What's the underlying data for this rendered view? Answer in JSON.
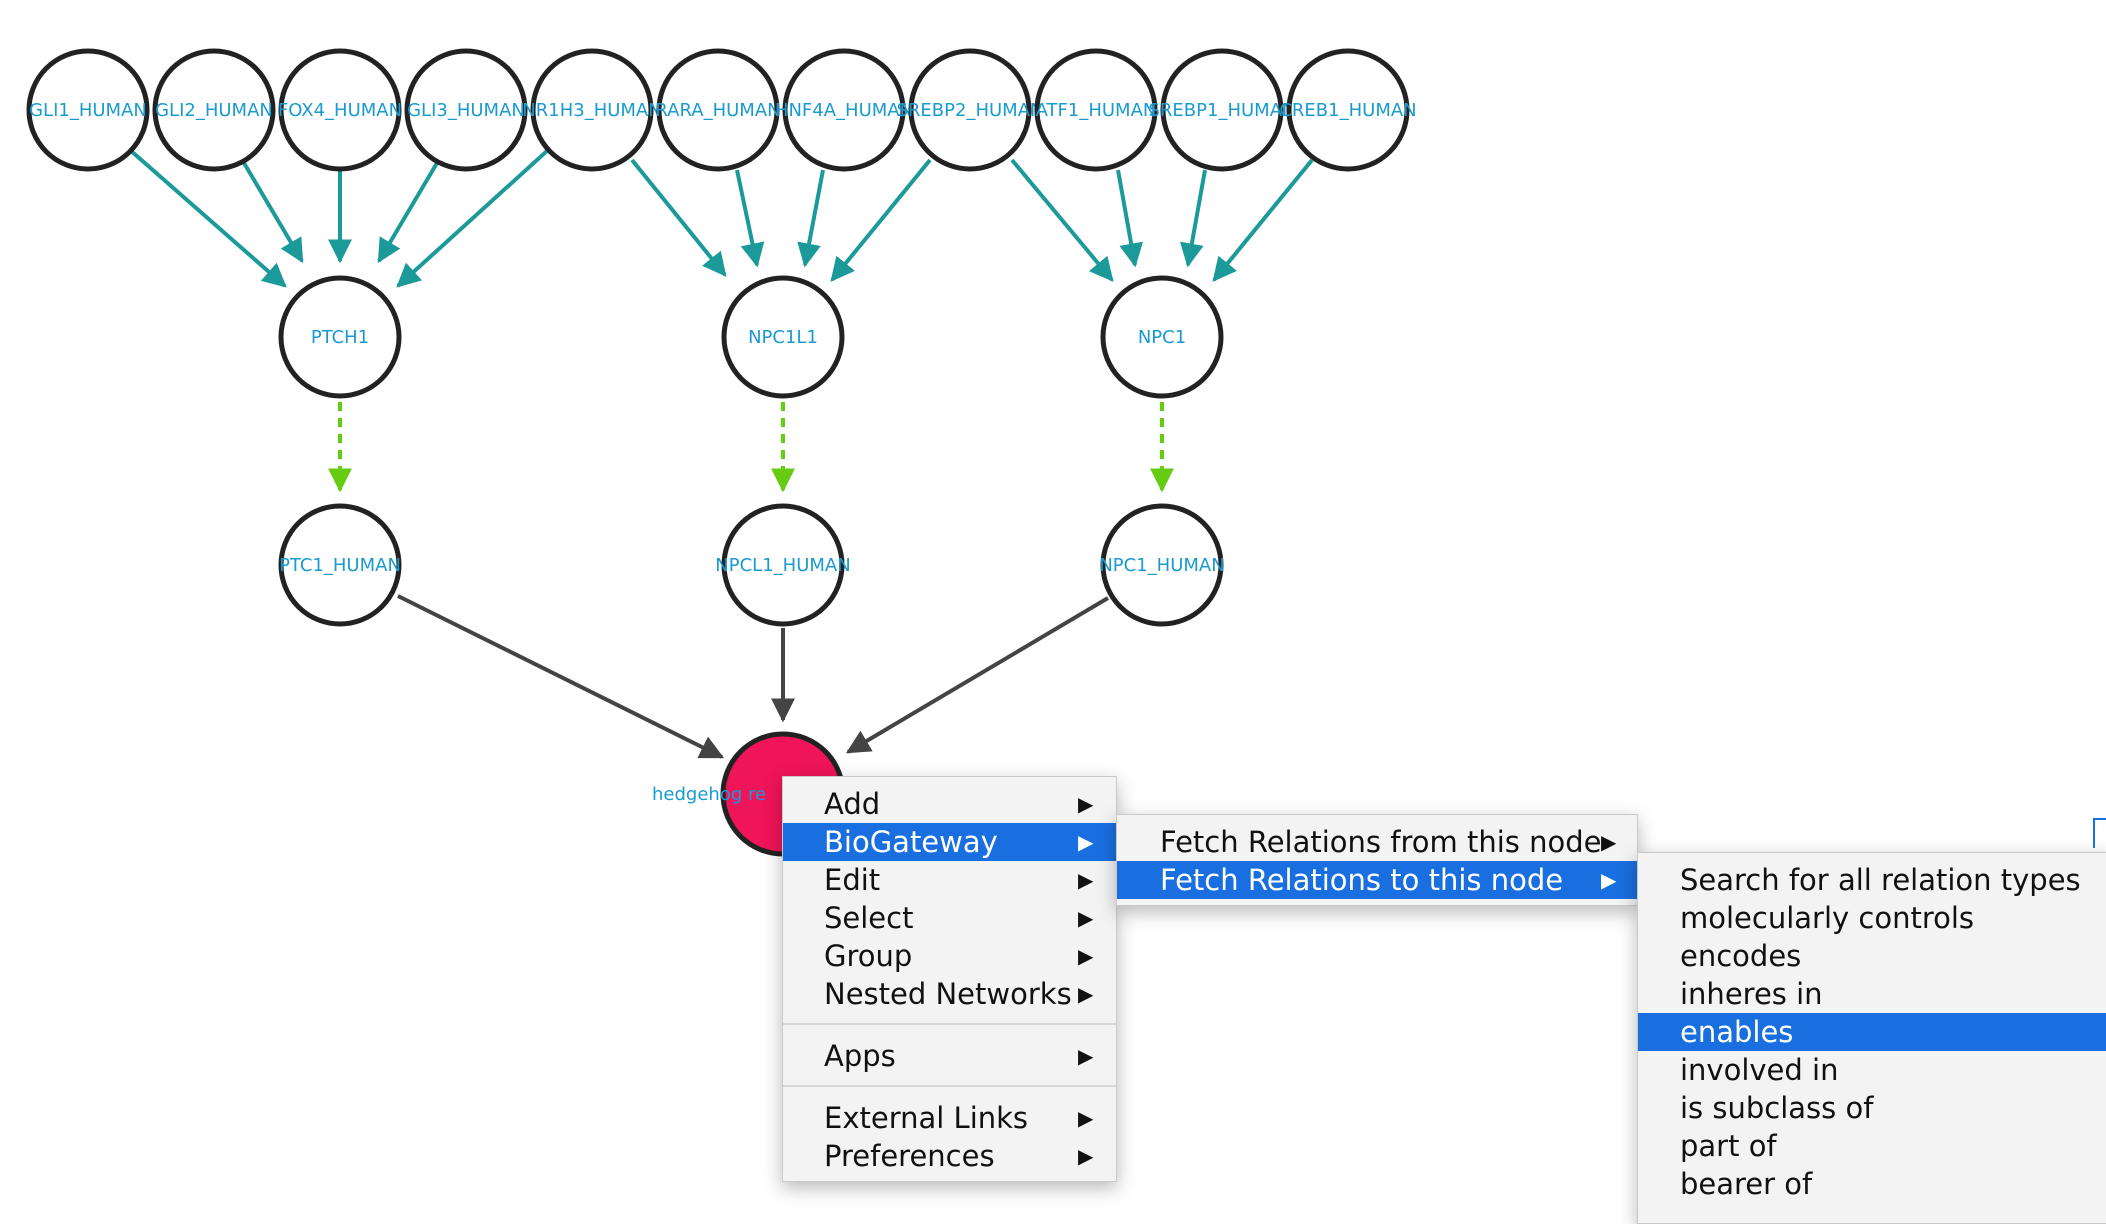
{
  "network": {
    "top_nodes": [
      "GLI1_HUMAN",
      "GLI2_HUMAN",
      "FOX4_HUMAN",
      "GLI3_HUMAN",
      "NR1H3_HUMAN",
      "RARA_HUMAN",
      "HNF4A_HUMAN",
      "SREBP2_HUMAN",
      "ATF1_HUMAN",
      "SREBP1_HUMAN",
      "CREB1_HUMAN"
    ],
    "gene_nodes": [
      "PTCH1",
      "NPC1L1",
      "NPC1"
    ],
    "protein_nodes": [
      "PTC1_HUMAN",
      "NPCL1_HUMAN",
      "NPC1_HUMAN"
    ],
    "process_node": "hedgehog re",
    "colors": {
      "regulation_edge": "#1c9a9a",
      "encodes_edge": "#66cc11",
      "target_edge": "#444444",
      "label": "#1a9bd0",
      "process_fill": "#f0145a"
    }
  },
  "context_menu": {
    "items": [
      "Add",
      "BioGateway",
      "Edit",
      "Select",
      "Group",
      "Nested Networks",
      "Apps",
      "External Links",
      "Preferences"
    ]
  },
  "biogateway_menu": {
    "items": [
      "Fetch Relations from this node",
      "Fetch Relations to this node"
    ]
  },
  "relations_menu": {
    "items": [
      "Search for all relation types",
      "molecularly controls",
      "encodes",
      "inheres in",
      "enables",
      "involved in",
      "is subclass of",
      "part of",
      "bearer of"
    ]
  },
  "highlight_color": "#1a6fe0"
}
